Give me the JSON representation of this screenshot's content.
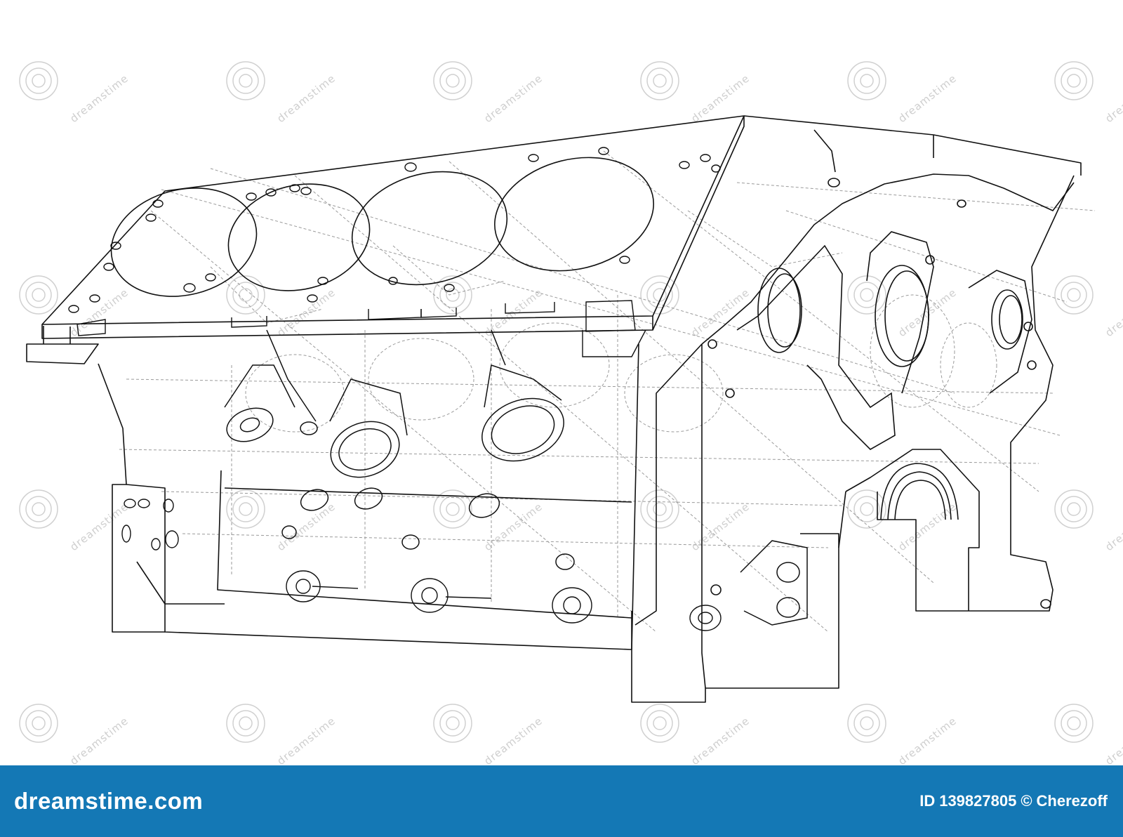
{
  "colors": {
    "footer_bg": "#1478b5",
    "footer_text": "#ffffff",
    "line": "#111111",
    "hidden_line": "#8a8a8a",
    "watermark": "#d0d0d0"
  },
  "illustration": {
    "icon": "engine-block-wireframe-icon",
    "watermark_text": "dreamstime",
    "watermark_icon": "dreamstime-spiral-icon"
  },
  "footer": {
    "brand": "dreamstime.com",
    "id_label": "ID",
    "id_number": "139827805",
    "copyright_symbol": "©",
    "author": "Cherezoff"
  }
}
